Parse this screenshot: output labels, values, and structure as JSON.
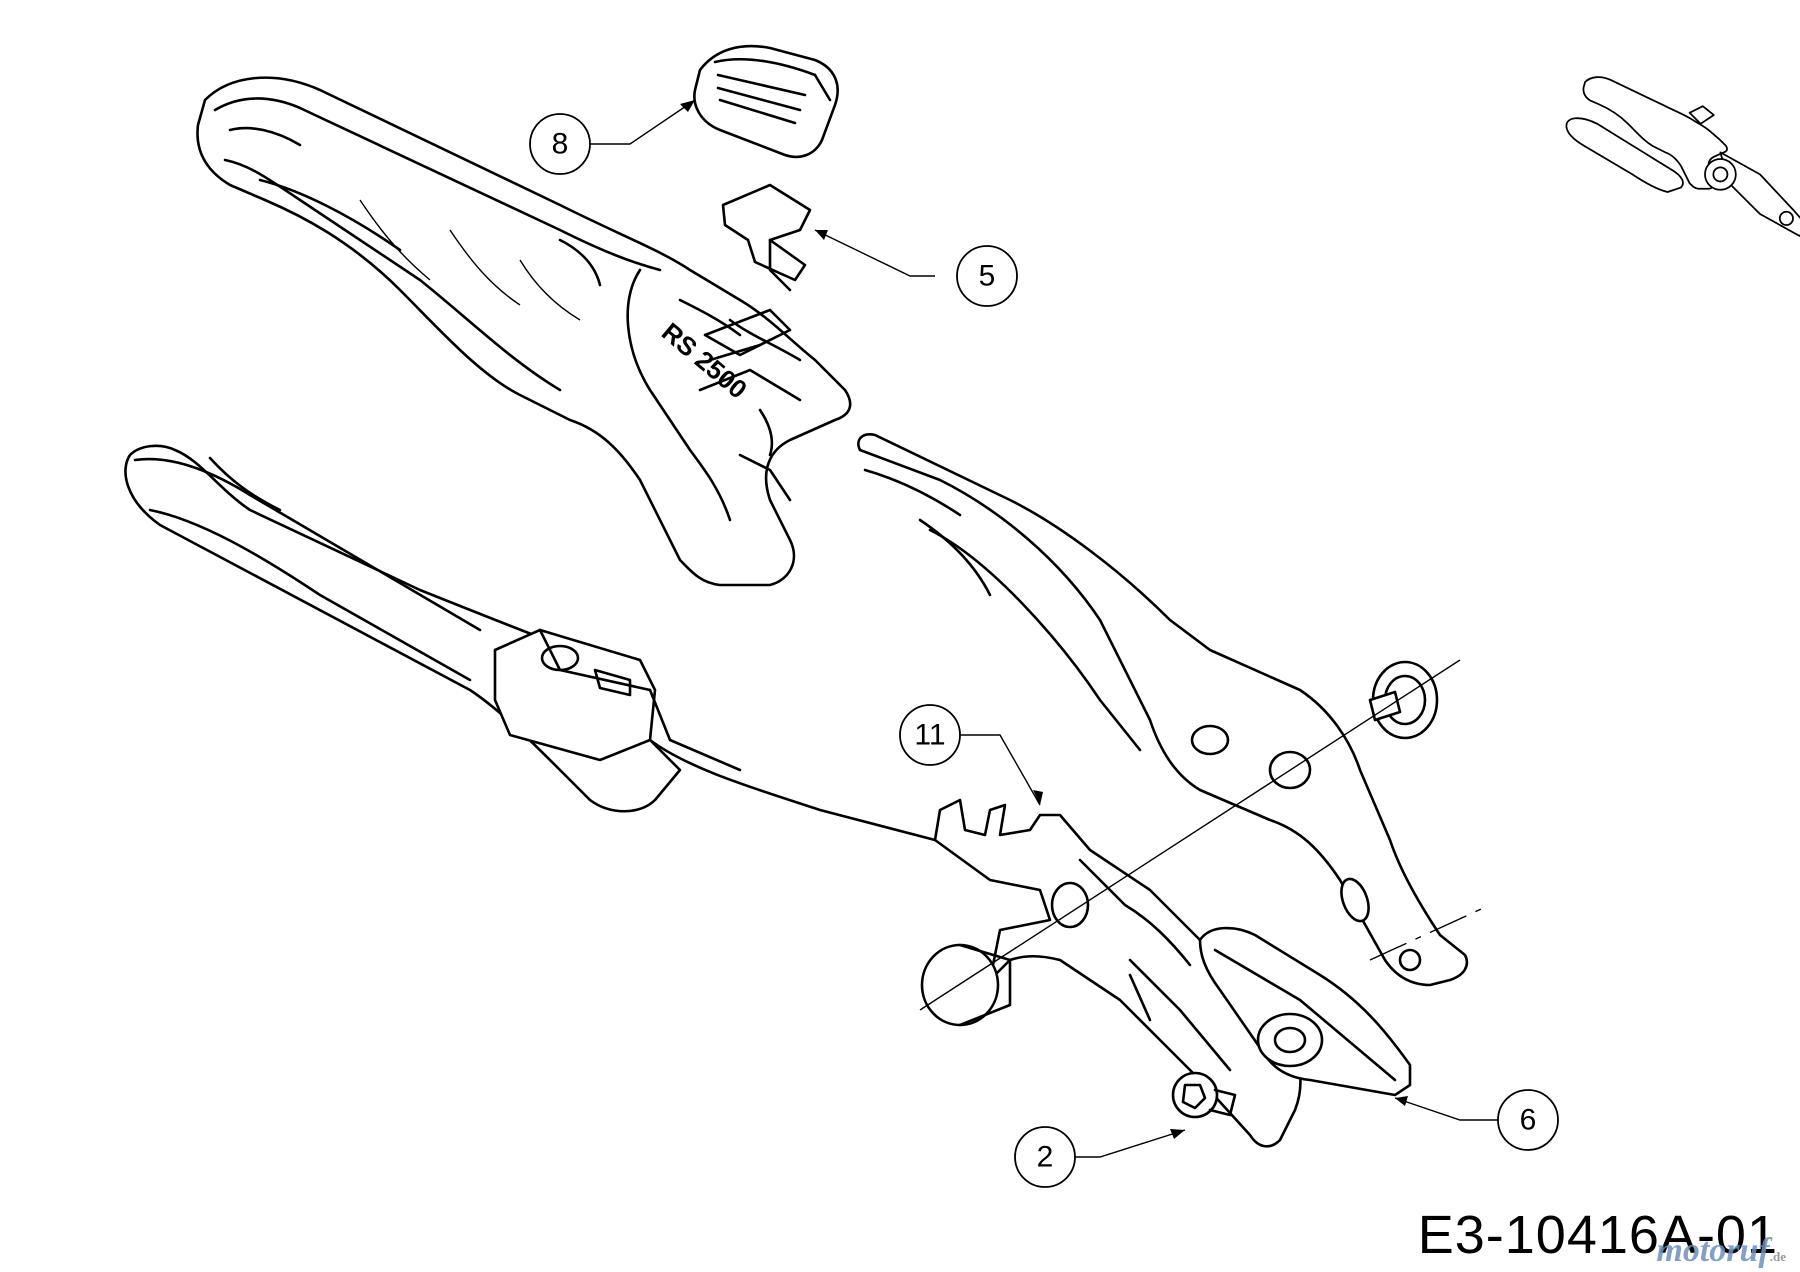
{
  "diagram": {
    "model_label": "RS 2500",
    "drawing_code": "E3-10416A-01",
    "watermark": "motoruf",
    "watermark_suffix": ".de",
    "callouts": [
      {
        "id": "8",
        "label": "8"
      },
      {
        "id": "5",
        "label": "5"
      },
      {
        "id": "11",
        "label": "11"
      },
      {
        "id": "2",
        "label": "2"
      },
      {
        "id": "6",
        "label": "6"
      }
    ]
  }
}
